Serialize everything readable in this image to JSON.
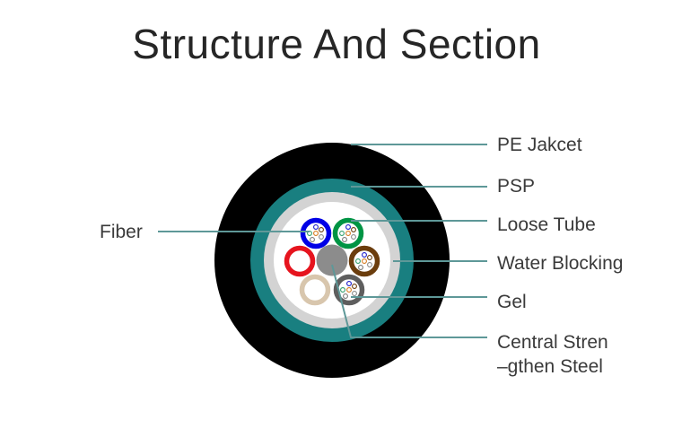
{
  "title": "Structure And Section",
  "labels": {
    "fiber": "Fiber",
    "pe_jacket": "PE Jakcet",
    "psp": "PSP",
    "loose_tube": "Loose Tube",
    "water_blocking": "Water Blocking",
    "gel": "Gel",
    "central_line1": "Central Stren",
    "central_line2": "–gthen Steel"
  },
  "colors": {
    "jacket": "#000000",
    "psp": "#197f80",
    "water_blocking": "#d3d3d3",
    "core": "#ffffff",
    "central_member": "#8c8c8c",
    "leader": "#5e9898",
    "tubes": [
      "#0000e6",
      "#009444",
      "#e6141e",
      "#6b3d0d",
      "#d8c6ad",
      "#5e5e5e"
    ],
    "fiber_colors": [
      "#1a1acc",
      "#2e9e6b",
      "#d67a1e",
      "#6b3d0d",
      "#7a7a7a",
      "#8a8a8a"
    ]
  },
  "tubes": [
    {
      "name": "blue",
      "has_fibers": true
    },
    {
      "name": "green",
      "has_fibers": true
    },
    {
      "name": "red",
      "has_fibers": false
    },
    {
      "name": "brown",
      "has_fibers": true
    },
    {
      "name": "beige",
      "has_fibers": false
    },
    {
      "name": "dark-grey",
      "has_fibers": true
    }
  ]
}
